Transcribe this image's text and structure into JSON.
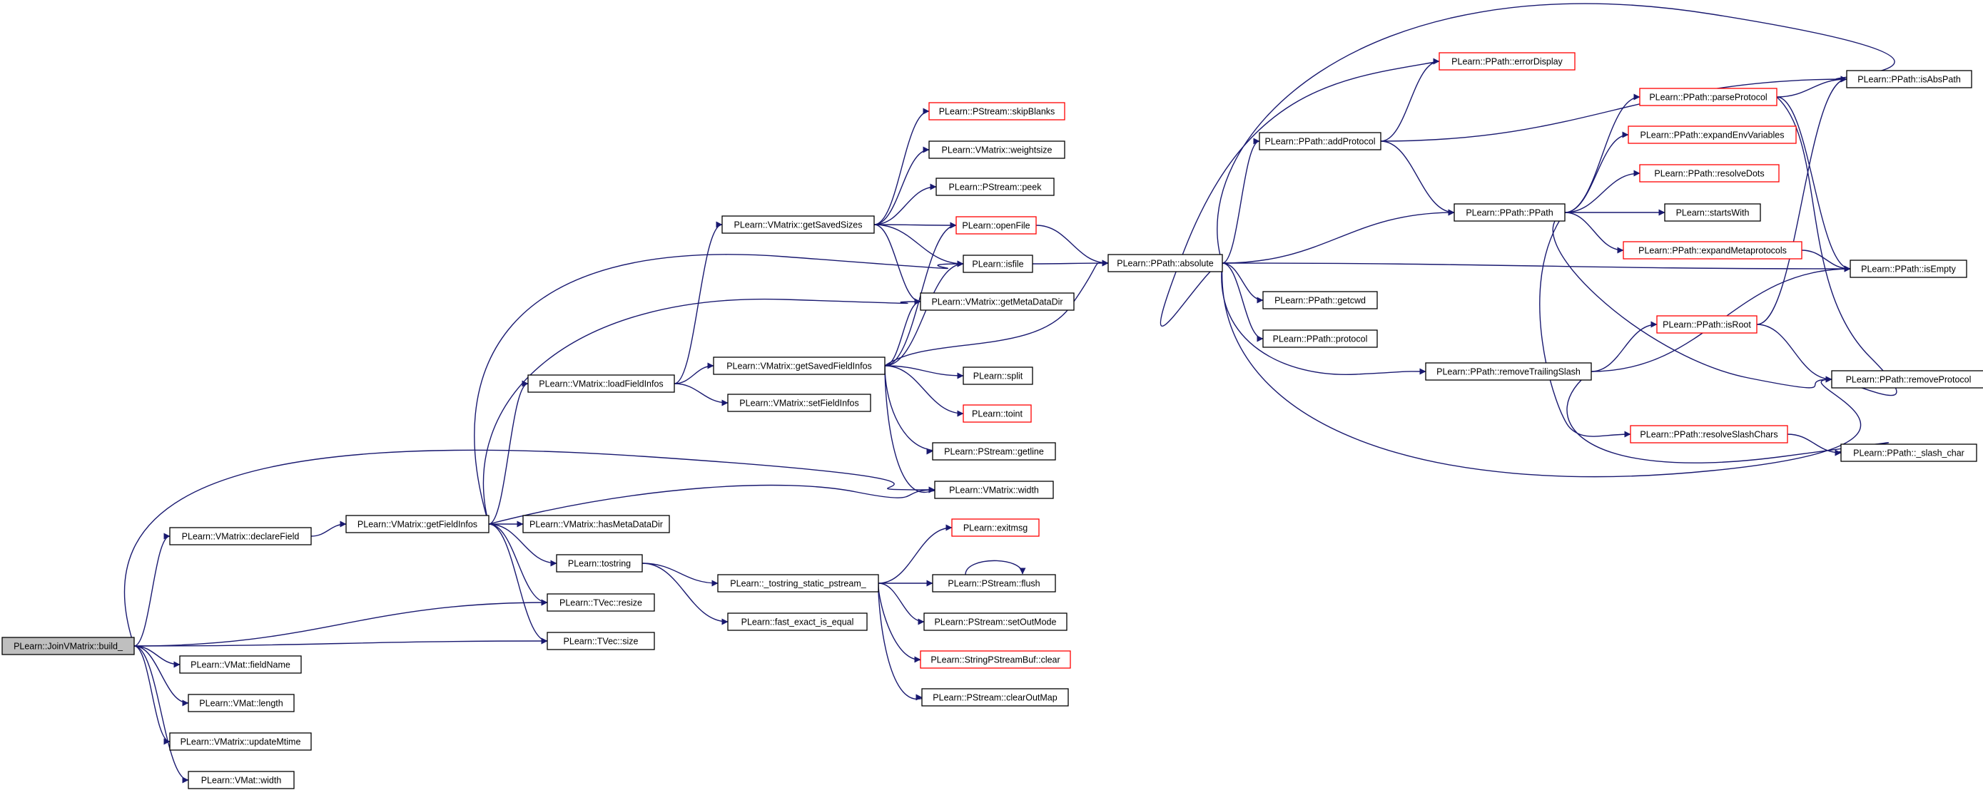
{
  "graph": {
    "colors": {
      "edge": "#191970",
      "border_default": "#000000",
      "border_truncated": "#ff0000",
      "root_fill": "#bfbfbf",
      "fill": "#ffffff"
    },
    "nodes": [
      {
        "id": "root",
        "label": "PLearn::JoinVMatrix::build_",
        "type": "root"
      },
      {
        "id": "declareField",
        "label": "PLearn::VMatrix::declareField",
        "type": "normal"
      },
      {
        "id": "fieldName",
        "label": "PLearn::VMat::fieldName",
        "type": "normal"
      },
      {
        "id": "length",
        "label": "PLearn::VMat::length",
        "type": "normal"
      },
      {
        "id": "updateMtime",
        "label": "PLearn::VMatrix::updateMtime",
        "type": "normal"
      },
      {
        "id": "vmatWidth",
        "label": "PLearn::VMat::width",
        "type": "normal"
      },
      {
        "id": "getFieldInfos",
        "label": "PLearn::VMatrix::getFieldInfos",
        "type": "normal"
      },
      {
        "id": "hasMetaDataDir",
        "label": "PLearn::VMatrix::hasMetaDataDir",
        "type": "normal"
      },
      {
        "id": "tostring",
        "label": "PLearn::tostring",
        "type": "normal"
      },
      {
        "id": "tvecResize",
        "label": "PLearn::TVec::resize",
        "type": "normal"
      },
      {
        "id": "tvecSize",
        "label": "PLearn::TVec::size",
        "type": "normal"
      },
      {
        "id": "loadFieldInfos",
        "label": "PLearn::VMatrix::loadFieldInfos",
        "type": "normal"
      },
      {
        "id": "getSavedSizes",
        "label": "PLearn::VMatrix::getSavedSizes",
        "type": "normal"
      },
      {
        "id": "getSavedFieldInfos",
        "label": "PLearn::VMatrix::getSavedFieldInfos",
        "type": "normal"
      },
      {
        "id": "setFieldInfos",
        "label": "PLearn::VMatrix::setFieldInfos",
        "type": "normal"
      },
      {
        "id": "tostringStatic",
        "label": "PLearn::_tostring_static_pstream_",
        "type": "normal"
      },
      {
        "id": "fastExact",
        "label": "PLearn::fast_exact_is_equal",
        "type": "normal"
      },
      {
        "id": "skipBlanks",
        "label": "PLearn::PStream::skipBlanks",
        "type": "truncated"
      },
      {
        "id": "weightsize",
        "label": "PLearn::VMatrix::weightsize",
        "type": "normal"
      },
      {
        "id": "peek",
        "label": "PLearn::PStream::peek",
        "type": "normal"
      },
      {
        "id": "openFile",
        "label": "PLearn::openFile",
        "type": "truncated"
      },
      {
        "id": "isfile",
        "label": "PLearn::isfile",
        "type": "normal"
      },
      {
        "id": "getMetaDataDir",
        "label": "PLearn::VMatrix::getMetaDataDir",
        "type": "normal"
      },
      {
        "id": "split",
        "label": "PLearn::split",
        "type": "normal"
      },
      {
        "id": "toint",
        "label": "PLearn::toint",
        "type": "truncated"
      },
      {
        "id": "getline",
        "label": "PLearn::PStream::getline",
        "type": "normal"
      },
      {
        "id": "vmatrixWidth",
        "label": "PLearn::VMatrix::width",
        "type": "normal"
      },
      {
        "id": "exitmsg",
        "label": "PLearn::exitmsg",
        "type": "truncated"
      },
      {
        "id": "flush",
        "label": "PLearn::PStream::flush",
        "type": "normal"
      },
      {
        "id": "setOutMode",
        "label": "PLearn::PStream::setOutMode",
        "type": "normal"
      },
      {
        "id": "sbufClear",
        "label": "PLearn::StringPStreamBuf::clear",
        "type": "truncated"
      },
      {
        "id": "clearOutMap",
        "label": "PLearn::PStream::clearOutMap",
        "type": "normal"
      },
      {
        "id": "absolute",
        "label": "PLearn::PPath::absolute",
        "type": "normal"
      },
      {
        "id": "addProtocol",
        "label": "PLearn::PPath::addProtocol",
        "type": "normal"
      },
      {
        "id": "errorDisplay",
        "label": "PLearn::PPath::errorDisplay",
        "type": "truncated"
      },
      {
        "id": "getcwd",
        "label": "PLearn::PPath::getcwd",
        "type": "normal"
      },
      {
        "id": "protocol",
        "label": "PLearn::PPath::protocol",
        "type": "normal"
      },
      {
        "id": "removeTrailingSlash",
        "label": "PLearn::PPath::removeTrailingSlash",
        "type": "normal"
      },
      {
        "id": "ppath",
        "label": "PLearn::PPath::PPath",
        "type": "normal"
      },
      {
        "id": "parseProtocol",
        "label": "PLearn::PPath::parseProtocol",
        "type": "truncated"
      },
      {
        "id": "expandEnv",
        "label": "PLearn::PPath::expandEnvVariables",
        "type": "truncated"
      },
      {
        "id": "resolveDots",
        "label": "PLearn::PPath::resolveDots",
        "type": "truncated"
      },
      {
        "id": "startsWith",
        "label": "PLearn::startsWith",
        "type": "normal"
      },
      {
        "id": "expandMeta",
        "label": "PLearn::PPath::expandMetaprotocols",
        "type": "truncated"
      },
      {
        "id": "isRoot",
        "label": "PLearn::PPath::isRoot",
        "type": "truncated"
      },
      {
        "id": "resolveSlash",
        "label": "PLearn::PPath::resolveSlashChars",
        "type": "truncated"
      },
      {
        "id": "isAbsPath",
        "label": "PLearn::PPath::isAbsPath",
        "type": "normal"
      },
      {
        "id": "isEmpty",
        "label": "PLearn::PPath::isEmpty",
        "type": "normal"
      },
      {
        "id": "removeProtocol",
        "label": "PLearn::PPath::removeProtocol",
        "type": "normal"
      },
      {
        "id": "slashChar",
        "label": "PLearn::PPath::_slash_char",
        "type": "normal"
      }
    ],
    "edges": [
      [
        "root",
        "declareField"
      ],
      [
        "root",
        "fieldName"
      ],
      [
        "root",
        "length"
      ],
      [
        "root",
        "updateMtime"
      ],
      [
        "root",
        "vmatWidth"
      ],
      [
        "root",
        "tvecResize"
      ],
      [
        "root",
        "tvecSize"
      ],
      [
        "root",
        "vmatrixWidth"
      ],
      [
        "declareField",
        "getFieldInfos"
      ],
      [
        "getFieldInfos",
        "loadFieldInfos"
      ],
      [
        "getFieldInfos",
        "hasMetaDataDir"
      ],
      [
        "getFieldInfos",
        "tostring"
      ],
      [
        "getFieldInfos",
        "tvecResize"
      ],
      [
        "getFieldInfos",
        "tvecSize"
      ],
      [
        "getFieldInfos",
        "isfile"
      ],
      [
        "getFieldInfos",
        "getMetaDataDir"
      ],
      [
        "getFieldInfos",
        "vmatrixWidth"
      ],
      [
        "loadFieldInfos",
        "getSavedSizes"
      ],
      [
        "loadFieldInfos",
        "getSavedFieldInfos"
      ],
      [
        "loadFieldInfos",
        "setFieldInfos"
      ],
      [
        "tostring",
        "tostringStatic"
      ],
      [
        "tostring",
        "fastExact"
      ],
      [
        "getSavedSizes",
        "skipBlanks"
      ],
      [
        "getSavedSizes",
        "weightsize"
      ],
      [
        "getSavedSizes",
        "peek"
      ],
      [
        "getSavedSizes",
        "openFile"
      ],
      [
        "getSavedSizes",
        "isfile"
      ],
      [
        "getSavedSizes",
        "getMetaDataDir"
      ],
      [
        "getSavedFieldInfos",
        "openFile"
      ],
      [
        "getSavedFieldInfos",
        "isfile"
      ],
      [
        "getSavedFieldInfos",
        "getMetaDataDir"
      ],
      [
        "getSavedFieldInfos",
        "absolute"
      ],
      [
        "getSavedFieldInfos",
        "split"
      ],
      [
        "getSavedFieldInfos",
        "toint"
      ],
      [
        "getSavedFieldInfos",
        "getline"
      ],
      [
        "getSavedFieldInfos",
        "vmatrixWidth"
      ],
      [
        "tostringStatic",
        "exitmsg"
      ],
      [
        "tostringStatic",
        "flush"
      ],
      [
        "tostringStatic",
        "setOutMode"
      ],
      [
        "tostringStatic",
        "sbufClear"
      ],
      [
        "tostringStatic",
        "clearOutMap"
      ],
      [
        "flush",
        "flush"
      ],
      [
        "openFile",
        "absolute"
      ],
      [
        "isfile",
        "absolute"
      ],
      [
        "absolute",
        "addProtocol"
      ],
      [
        "absolute",
        "getcwd"
      ],
      [
        "absolute",
        "protocol"
      ],
      [
        "absolute",
        "removeTrailingSlash"
      ],
      [
        "absolute",
        "ppath"
      ],
      [
        "absolute",
        "isAbsPath"
      ],
      [
        "absolute",
        "isEmpty"
      ],
      [
        "absolute",
        "removeProtocol"
      ],
      [
        "addProtocol",
        "errorDisplay"
      ],
      [
        "addProtocol",
        "isAbsPath"
      ],
      [
        "addProtocol",
        "ppath"
      ],
      [
        "errorDisplay",
        "absolute"
      ],
      [
        "ppath",
        "parseProtocol"
      ],
      [
        "ppath",
        "expandEnv"
      ],
      [
        "ppath",
        "resolveDots"
      ],
      [
        "ppath",
        "startsWith"
      ],
      [
        "ppath",
        "expandMeta"
      ],
      [
        "ppath",
        "resolveSlash"
      ],
      [
        "ppath",
        "removeProtocol"
      ],
      [
        "parseProtocol",
        "isAbsPath"
      ],
      [
        "parseProtocol",
        "isEmpty"
      ],
      [
        "parseProtocol",
        "removeProtocol"
      ],
      [
        "removeTrailingSlash",
        "isRoot"
      ],
      [
        "removeTrailingSlash",
        "isEmpty"
      ],
      [
        "removeTrailingSlash",
        "slashChar"
      ],
      [
        "isRoot",
        "isAbsPath"
      ],
      [
        "isRoot",
        "removeProtocol"
      ],
      [
        "resolveSlash",
        "slashChar"
      ],
      [
        "expandMeta",
        "isEmpty"
      ]
    ]
  }
}
